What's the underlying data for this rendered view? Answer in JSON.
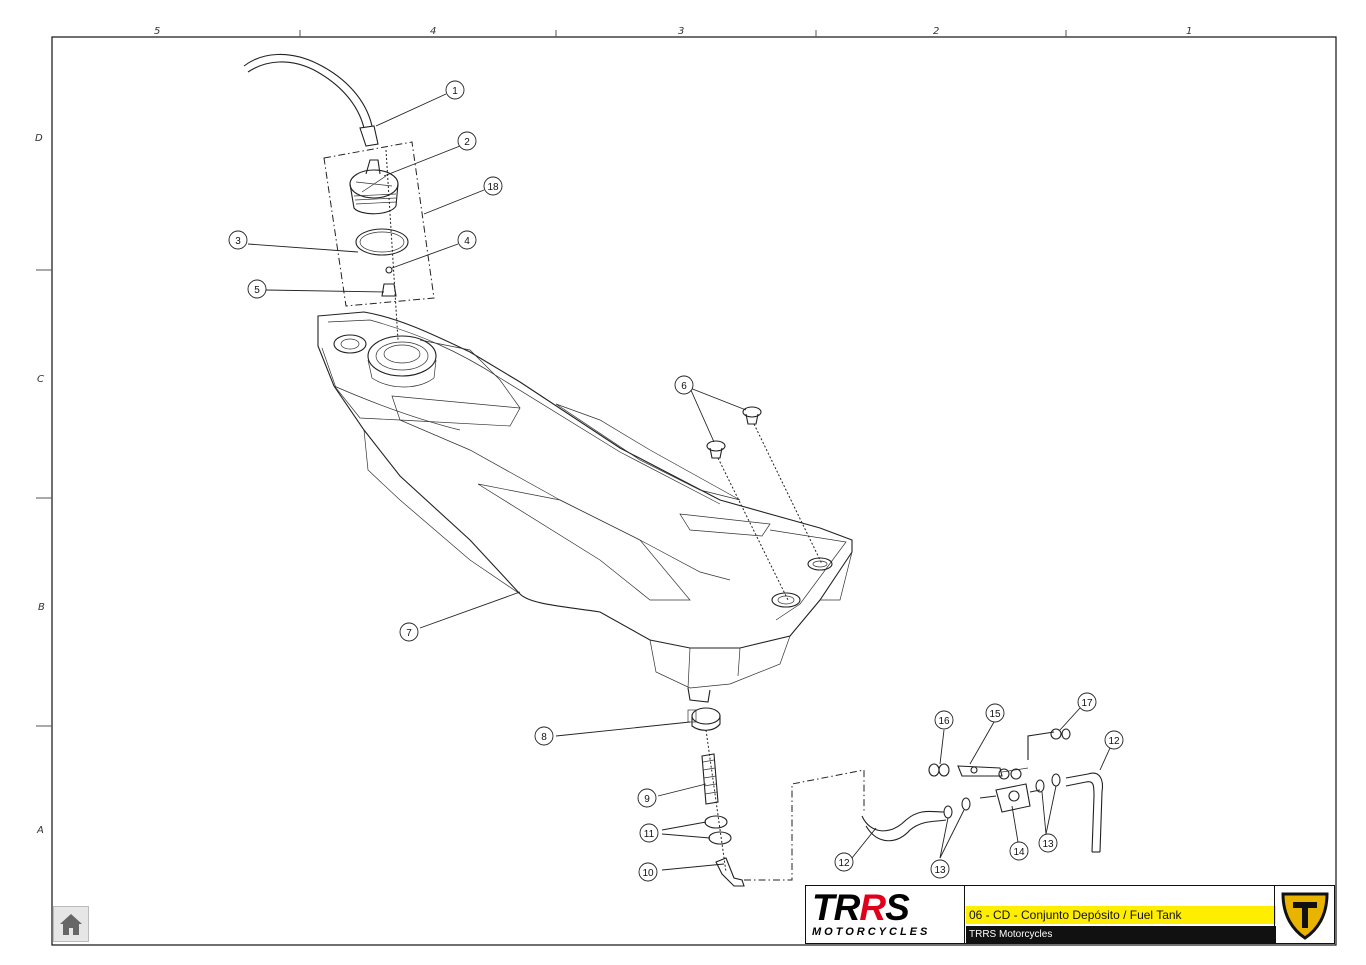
{
  "grid": {
    "columns": [
      "5",
      "4",
      "3",
      "2",
      "1"
    ],
    "rows": [
      "D",
      "C",
      "B",
      "A"
    ]
  },
  "callouts": [
    "1",
    "2",
    "3",
    "4",
    "5",
    "6",
    "7",
    "8",
    "9",
    "10",
    "11",
    "12",
    "12",
    "13",
    "13",
    "14",
    "15",
    "16",
    "17",
    "18"
  ],
  "title_block": {
    "logo_main_a": "TR",
    "logo_main_b": "R",
    "logo_main_c": "S",
    "logo_sub": "MOTORCYCLES",
    "title": "06 - CD - Conjunto Depósito / Fuel Tank",
    "company": "TRRS Motorcycles"
  },
  "colors": {
    "title_bar": "#ffee00",
    "company_bar": "#111111",
    "logo_accent": "#e0001a",
    "emblem": "#e8b400"
  },
  "nav": {
    "home_icon": "home-icon"
  }
}
